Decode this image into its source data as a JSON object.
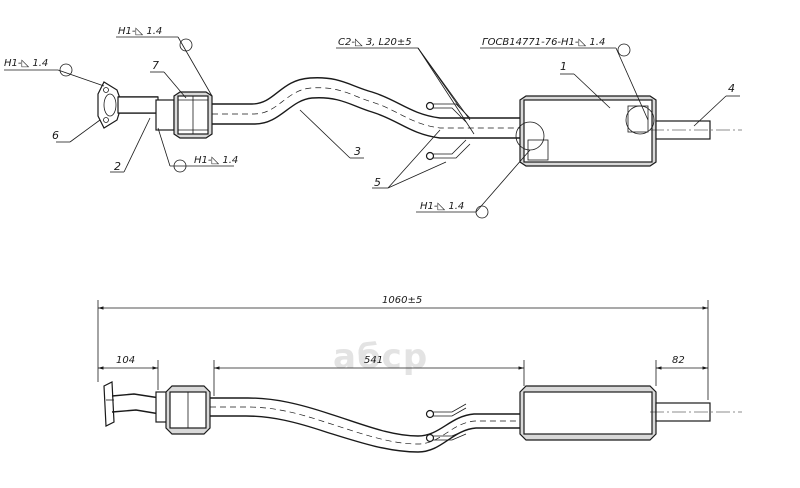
{
  "watermark": "aбcp",
  "weld_notes": {
    "flange": "H1-◺ 1.4",
    "converter_top": "H1-◺ 1.4",
    "converter_bottom": "H1-◺ 1.4",
    "bracket_top": "C2-◺ 3, L20±5",
    "muffler_top": "ГОСВ14771-76-H1-◺ 1.4",
    "muffler_bottom": "H1-◺ 1.4"
  },
  "part_numbers": {
    "p1": "1",
    "p2": "2",
    "p3": "3",
    "p4": "4",
    "p5": "5",
    "p6": "6",
    "p7": "7"
  },
  "dimensions": {
    "overall": "1060±5",
    "inlet": "104",
    "middle": "541",
    "outlet": "82"
  },
  "colors": {
    "line": "#1a1a1a",
    "shade": "#d9d9d9",
    "watermark": "#e3e3e3"
  }
}
